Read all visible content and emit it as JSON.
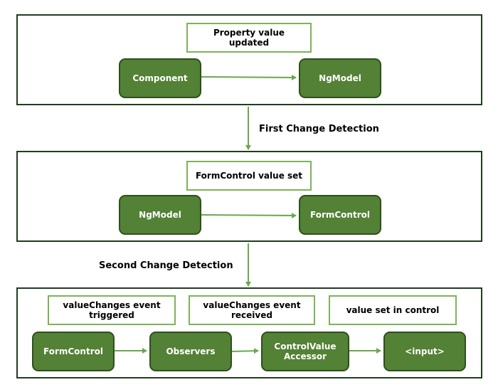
{
  "panels": {
    "top": {
      "note": "Property value updated",
      "nodes": [
        "Component",
        "NgModel"
      ]
    },
    "middle": {
      "note": "FormControl value set",
      "nodes": [
        "NgModel",
        "FormControl"
      ]
    },
    "bottom": {
      "notes": [
        "valueChanges event triggered",
        "valueChanges event received",
        "value set in control"
      ],
      "nodes": [
        "FormControl",
        "Observers",
        "ControlValue Accessor",
        "<input>"
      ]
    }
  },
  "transitions": {
    "first": "First Change Detection",
    "second": "Second Change Detection"
  },
  "colors": {
    "node_fill": "#538135",
    "node_border": "#2f4f1f",
    "label_border": "#7db35a",
    "panel_border": "#1f3d1f",
    "arrow": "#6aa84f"
  }
}
